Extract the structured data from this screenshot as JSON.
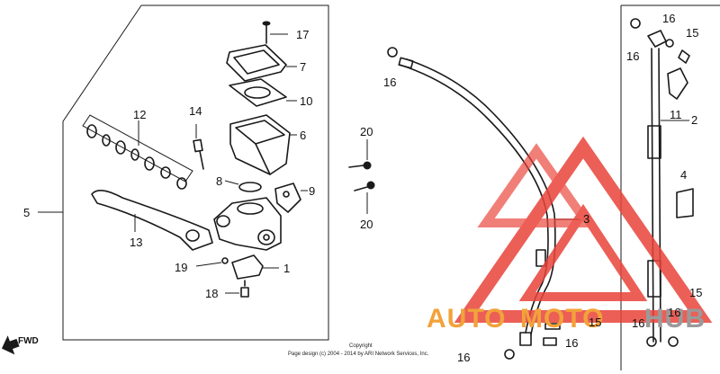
{
  "labels": {
    "l1": "1",
    "l2": "2",
    "l3": "3",
    "l4": "4",
    "l5": "5",
    "l6": "6",
    "l7": "7",
    "l8": "8",
    "l9": "9",
    "l10": "10",
    "l11": "11",
    "l12": "12",
    "l13": "13",
    "l14": "14",
    "l15a": "15",
    "l15b": "15",
    "l15c": "15",
    "l16a": "16",
    "l16b": "16",
    "l16c": "16",
    "l16d": "16",
    "l16e": "16",
    "l16f": "16",
    "l16g": "16",
    "l17": "17",
    "l18": "18",
    "l19": "19",
    "l20a": "20",
    "l20b": "20"
  },
  "direction": "FWD",
  "copyright": {
    "line1": "Copyright",
    "line2": "Page design (c) 2004 - 2014 by ARI Network Services, Inc."
  },
  "watermark": {
    "part1": "AUTO",
    "part2": "MOTO",
    "part3": "HUB",
    "color_red": "#e8443a",
    "color_orange": "#f2a23a",
    "color_gray": "#9a9a9a"
  }
}
